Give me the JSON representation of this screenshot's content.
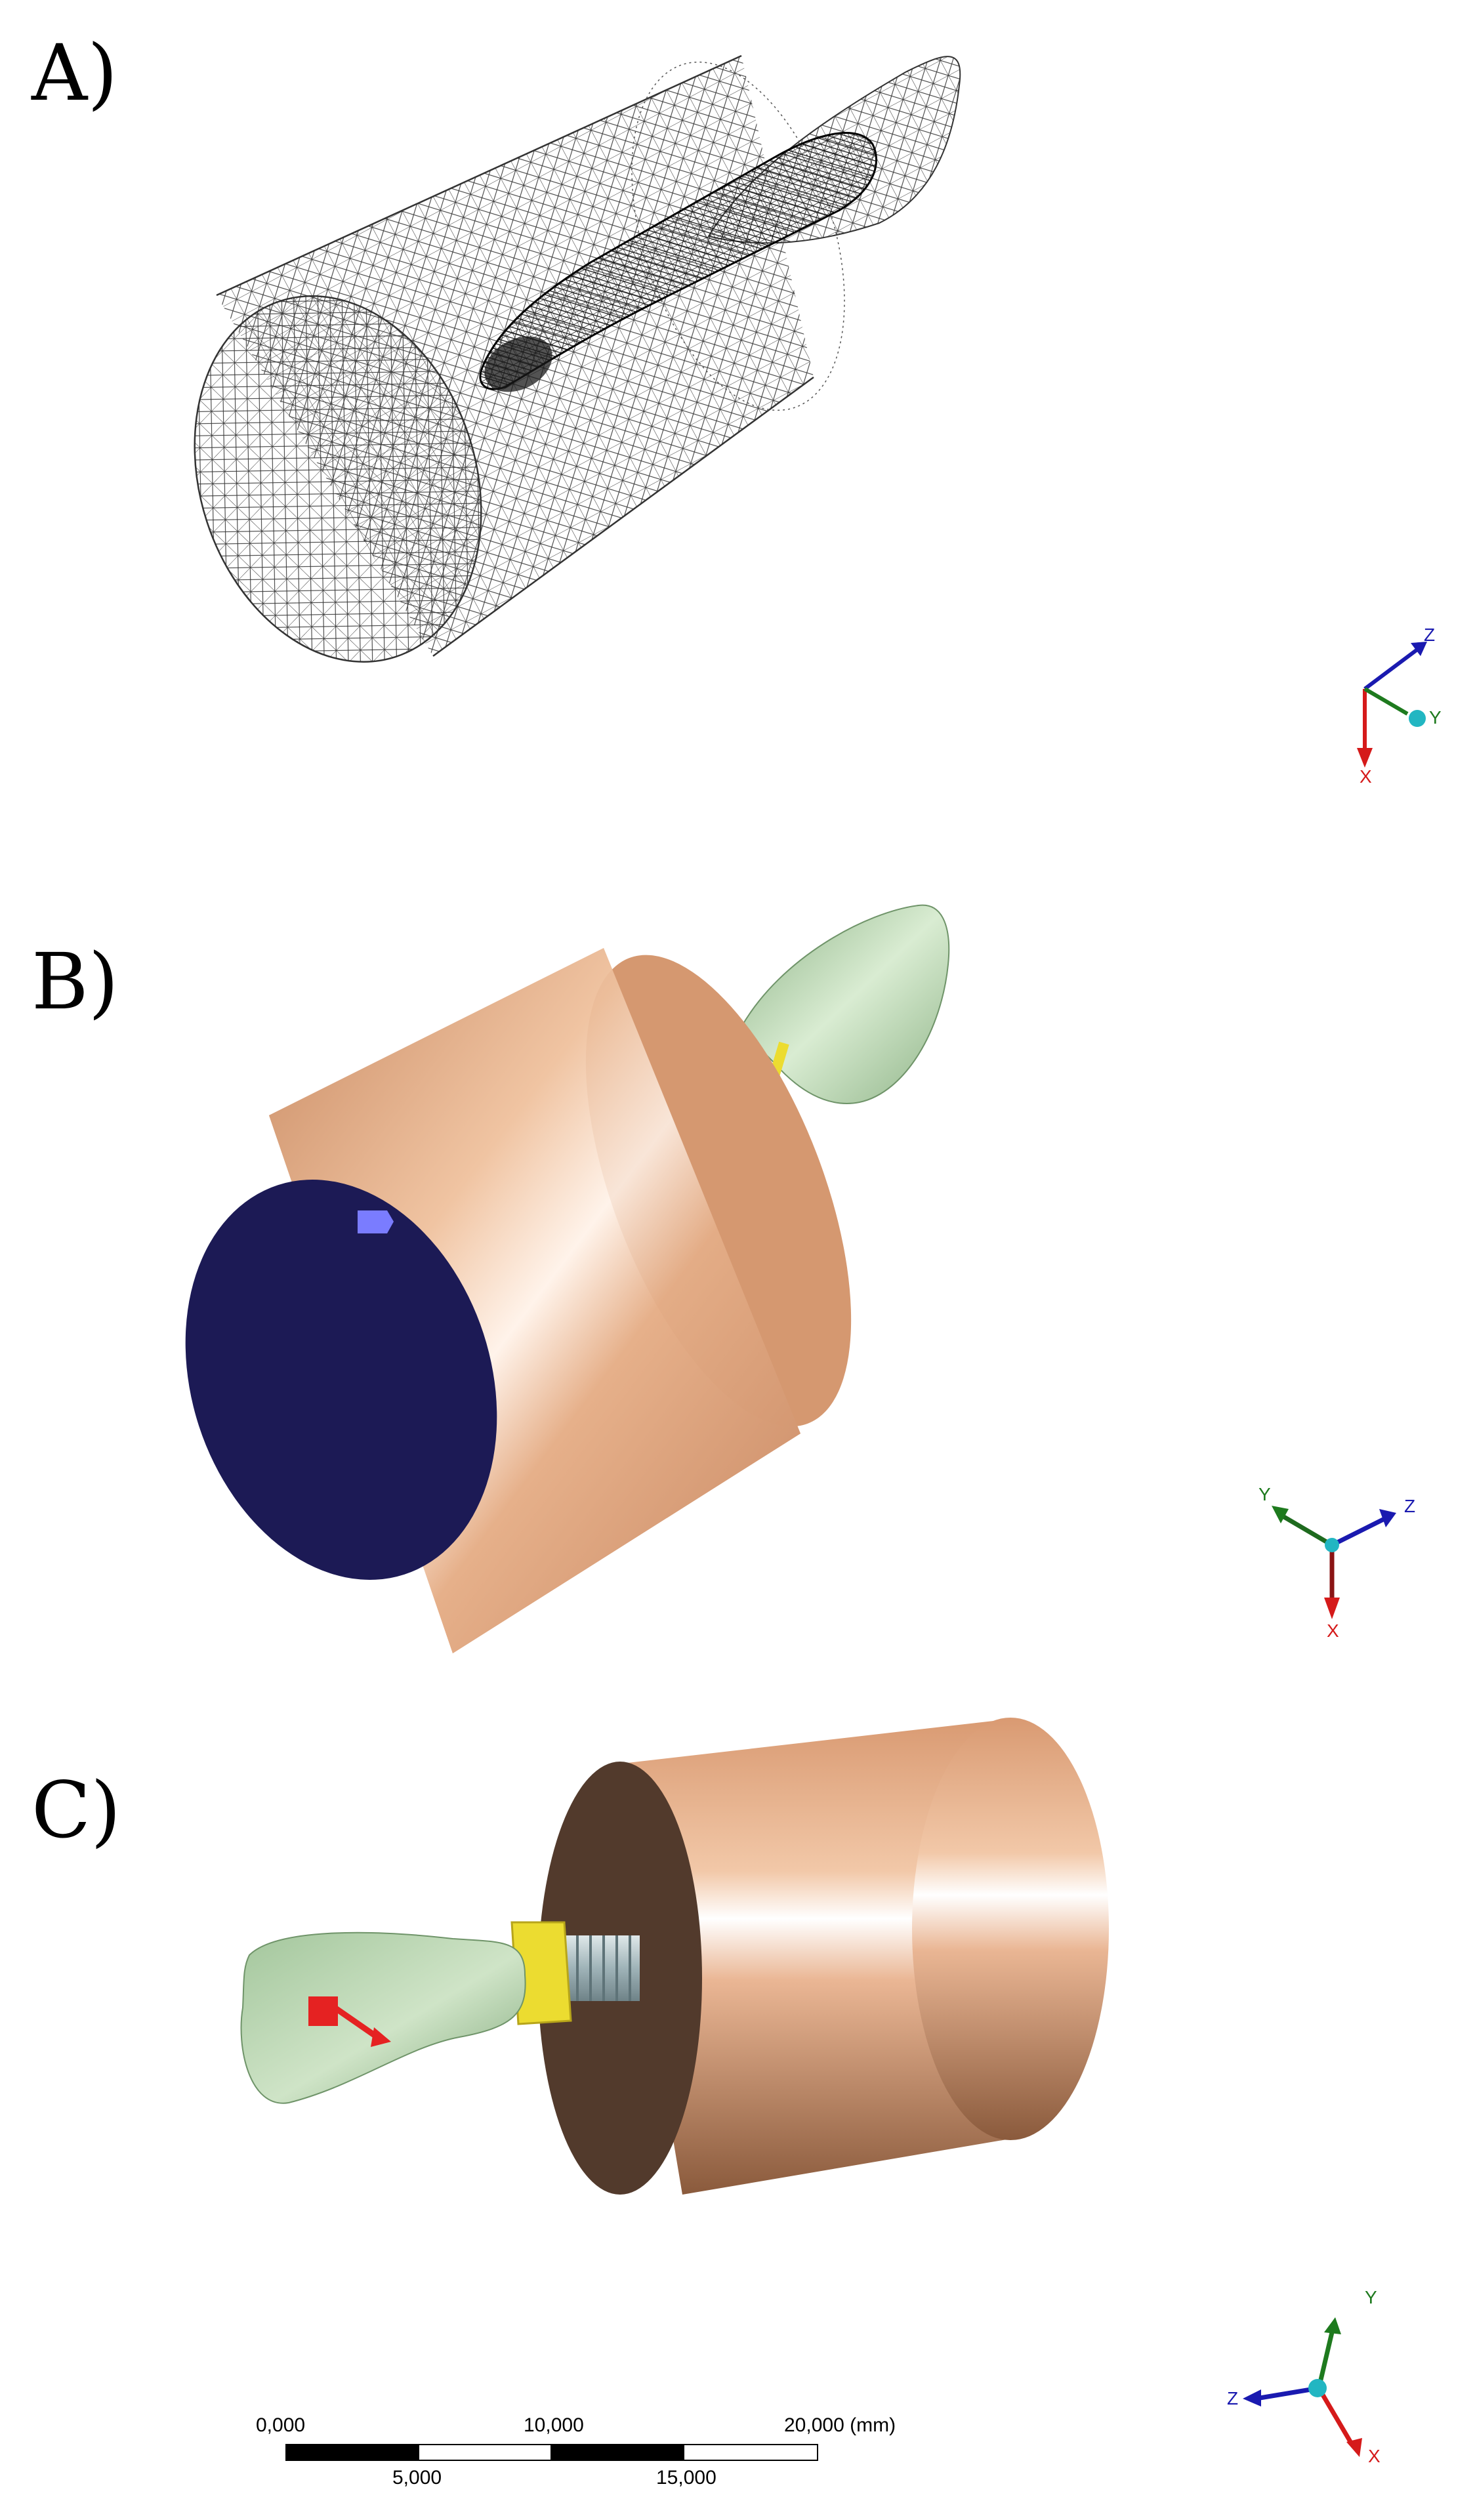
{
  "panels": [
    {
      "label": "A)"
    },
    {
      "label": "B)"
    },
    {
      "label": "C)"
    }
  ],
  "triads": {
    "a": {
      "x": "X",
      "y": "Y",
      "z": "Z"
    },
    "b": {
      "x": "X",
      "y": "Y",
      "z": "Z"
    },
    "c": {
      "x": "X",
      "y": "Y",
      "z": "Z"
    }
  },
  "colors": {
    "block_tan": "#e4ad86",
    "block_dark_face": "#1c1a55",
    "block_side_face": "#523a2c",
    "crown_green": "#a5c79f",
    "abutment_yellow": "#ecdc30",
    "implant_silver": "#b8c8cc",
    "fixed_support_marker": "#7a7cff",
    "load_marker": "#e52222",
    "axis_x": "#d51a1a",
    "axis_y": "#1e7a1e",
    "axis_z": "#1a1ab0"
  },
  "scale_bar": {
    "top_labels": [
      "0,000",
      "10,000",
      "20,000 (mm)"
    ],
    "bottom_labels": [
      "5,000",
      "15,000"
    ]
  }
}
